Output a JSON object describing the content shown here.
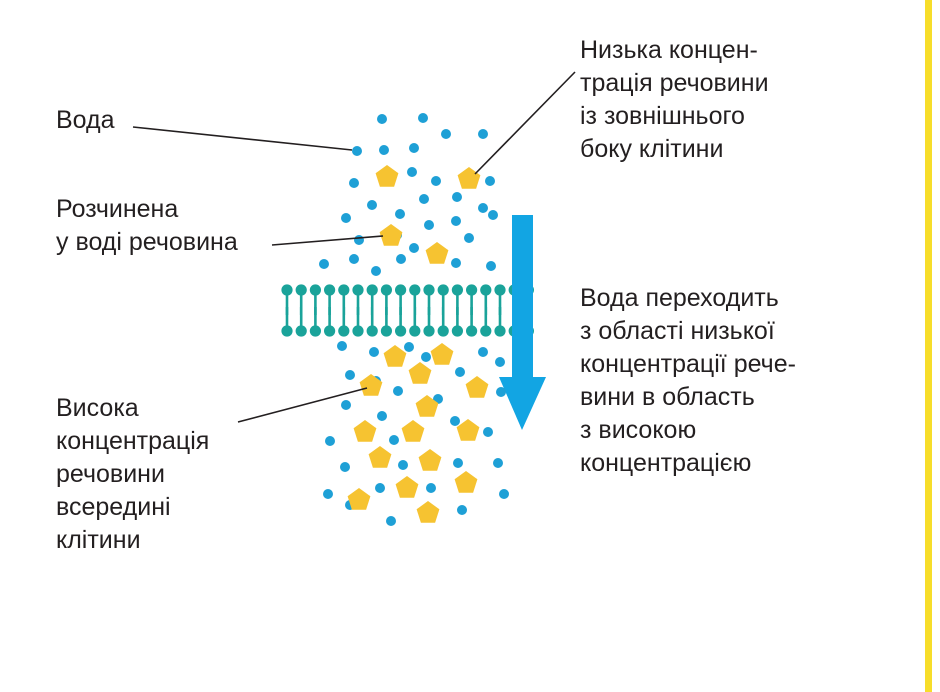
{
  "labels": {
    "water": [
      "Вода"
    ],
    "dissolved_substance": [
      "Розчинена",
      "у воді речовина"
    ],
    "low_concentration": [
      "Низька концен-",
      "трація речовини",
      "із зовнішнього",
      "боку клітини"
    ],
    "water_transfer": [
      "Вода переходить",
      "з області низької",
      "концентрації рече-",
      "вини в область",
      "з високою",
      "концентрацією"
    ],
    "high_concentration": [
      "Висока",
      "концентрація",
      "речовини",
      "всередині",
      "клітини"
    ]
  },
  "colors": {
    "water_dot": "#1ea0d6",
    "solute": "#f6c331",
    "membrane": "#1aa39a",
    "arrow": "#12a5e3",
    "leader_line": "#231f20",
    "page_border": "#f7dd2a"
  },
  "icons": {
    "water": "water-molecule-dot",
    "solute": "solute-pentagon",
    "membrane": "phospholipid-bilayer",
    "arrow": "down-arrow"
  }
}
